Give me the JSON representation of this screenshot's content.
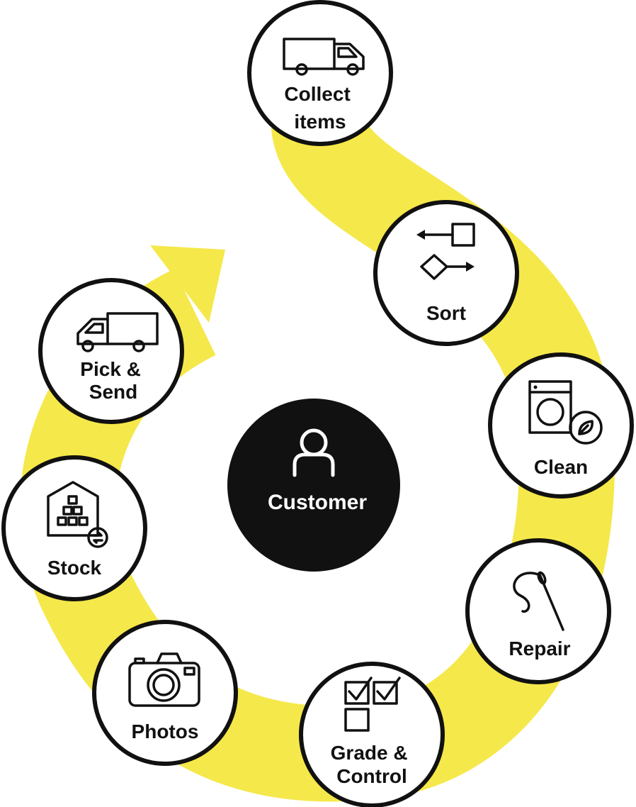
{
  "colors": {
    "flow_band": "#f5e84a",
    "node_fill": "#ffffff",
    "node_border": "#111111",
    "center_fill": "#111111",
    "center_text": "#ffffff"
  },
  "center": {
    "label": "Customer",
    "icon": "person-icon"
  },
  "steps": [
    {
      "id": "collect",
      "icon": "truck-icon",
      "lines": [
        "Collect",
        "items"
      ]
    },
    {
      "id": "sort",
      "icon": "sort-icon",
      "lines": [
        "Sort"
      ]
    },
    {
      "id": "clean",
      "icon": "washing-machine-icon",
      "lines": [
        "Clean"
      ]
    },
    {
      "id": "repair",
      "icon": "needle-thread-icon",
      "lines": [
        "Repair"
      ]
    },
    {
      "id": "grade",
      "icon": "checklist-icon",
      "lines": [
        "Grade &",
        "Control"
      ]
    },
    {
      "id": "photos",
      "icon": "camera-icon",
      "lines": [
        "Photos"
      ]
    },
    {
      "id": "stock",
      "icon": "warehouse-icon",
      "lines": [
        "Stock"
      ]
    },
    {
      "id": "pick",
      "icon": "delivery-truck-icon",
      "lines": [
        "Pick &",
        "Send"
      ]
    }
  ]
}
